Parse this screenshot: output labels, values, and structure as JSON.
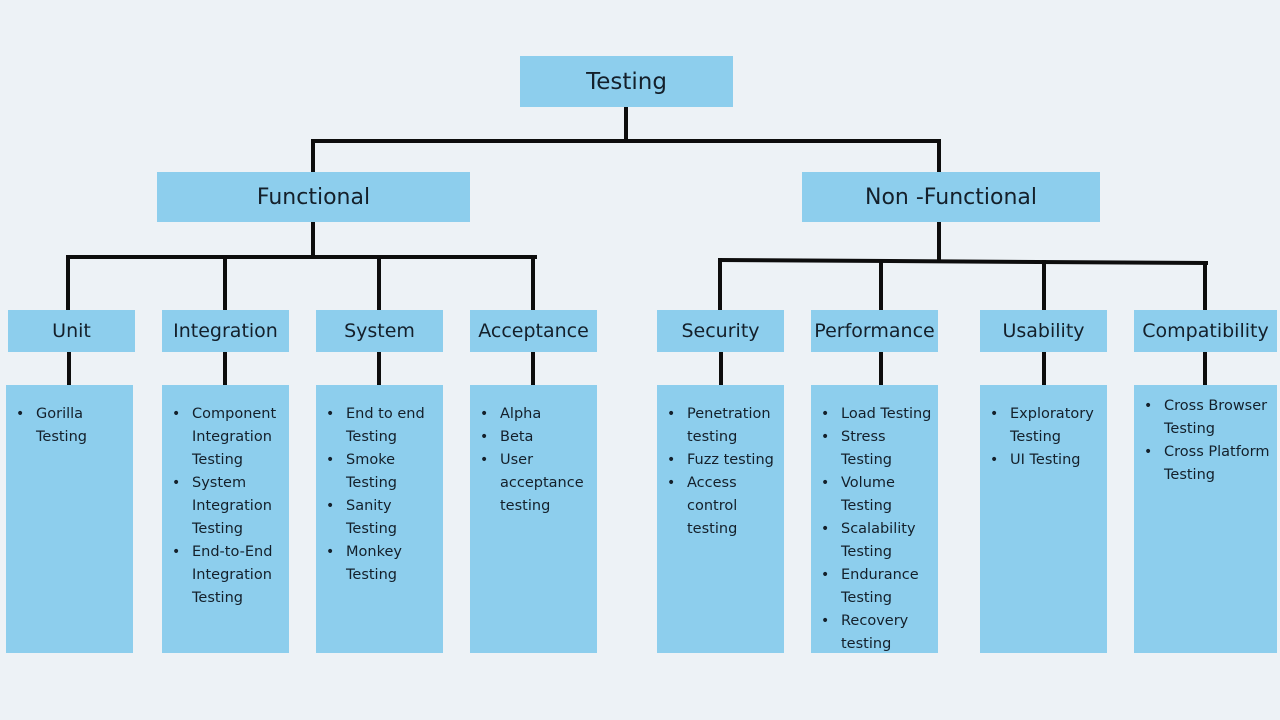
{
  "root": {
    "label": "Testing"
  },
  "branches": [
    {
      "label": "Functional",
      "categories": [
        {
          "label": "Unit",
          "items": [
            "Gorilla Testing"
          ]
        },
        {
          "label": "Integration",
          "items": [
            "Component Integration Testing",
            "System Integration Testing",
            "End-to-End Integration Testing"
          ]
        },
        {
          "label": "System",
          "items": [
            "End to end Testing",
            "Smoke Testing",
            "Sanity Testing",
            "Monkey Testing"
          ]
        },
        {
          "label": "Acceptance",
          "items": [
            "Alpha",
            "Beta",
            "User acceptance testing"
          ]
        }
      ]
    },
    {
      "label": "Non -Functional",
      "categories": [
        {
          "label": "Security",
          "items": [
            "Penetration testing",
            "Fuzz testing",
            "Access control testing"
          ]
        },
        {
          "label": "Performance",
          "items": [
            "Load Testing",
            "Stress Testing",
            "Volume Testing",
            "Scalability Testing",
            "Endurance Testing",
            "Recovery testing"
          ]
        },
        {
          "label": "Usability",
          "items": [
            "Exploratory Testing",
            "UI Testing"
          ]
        },
        {
          "label": "Compatibility",
          "items": [
            "Cross Browser Testing",
            "Cross Platform Testing"
          ]
        }
      ]
    }
  ],
  "colors": {
    "box": "#8dceed",
    "background": "#edf2f6",
    "connector": "#0d0d0d",
    "text": "#14202b"
  }
}
